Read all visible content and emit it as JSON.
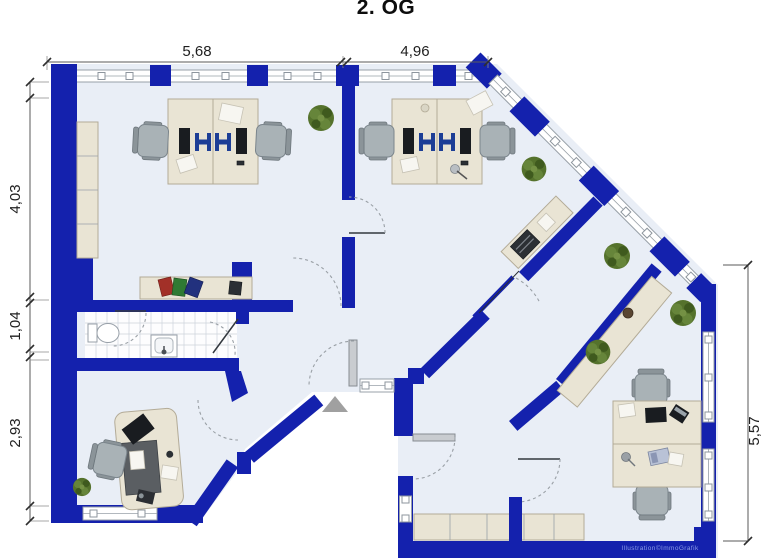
{
  "title": "2. OG",
  "credit": "Illustration©ImmoGrafik",
  "dimensions": {
    "top": [
      "5,68",
      "4,96"
    ],
    "left": [
      "4,03",
      "1,04",
      "2,93"
    ],
    "right": [
      "5,57"
    ]
  },
  "colors": {
    "wall": "#1421ad",
    "floor": "#e9eef6",
    "furniture": "#e9e4d4",
    "chair": "#a9b2b6",
    "plant": "#55722c",
    "accent": "#1d3e96",
    "window_frame": "#98a0a8",
    "dimension_text": "#1e1e1e",
    "credit": "#8c9ce6"
  }
}
